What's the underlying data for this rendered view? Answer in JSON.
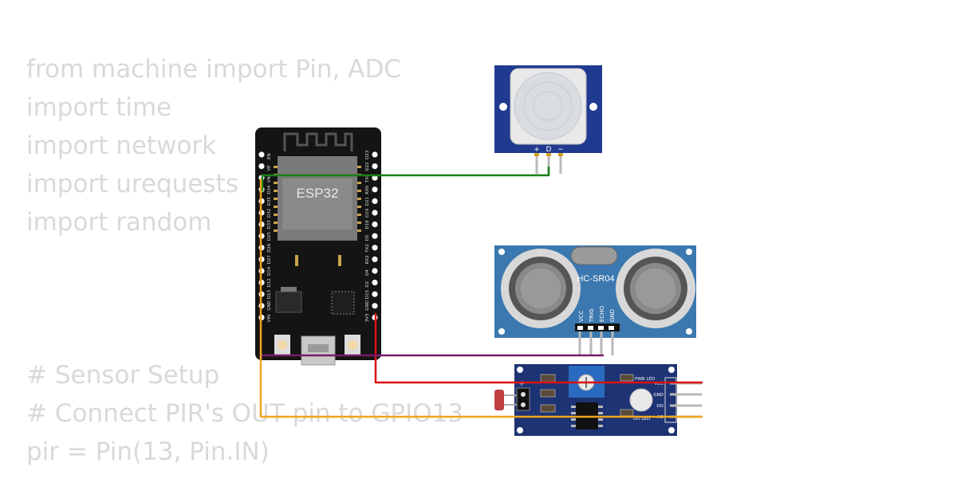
{
  "code": {
    "imports": [
      "from machine import Pin, ADC",
      "import time",
      "import network",
      "import urequests",
      "import random"
    ],
    "setup": [
      "# Sensor Setup",
      "# Connect PIR's OUT pin to GPIO13",
      "pir = Pin(13, Pin.IN)"
    ]
  },
  "esp32": {
    "chip_label": "ESP32",
    "left_pins": [
      "EN",
      "VP",
      "VN",
      "D34",
      "D35",
      "D32",
      "D33",
      "D25",
      "D26",
      "D27",
      "D14",
      "D12",
      "D13",
      "GND",
      "VIN"
    ],
    "right_pins": [
      "D23",
      "D22",
      "TX0",
      "RX0",
      "D21",
      "D19",
      "D18",
      "D5",
      "TX2",
      "RX2",
      "D4",
      "D2",
      "D15",
      "GND",
      "3V3"
    ]
  },
  "pir": {
    "pin_labels": [
      "+",
      "D",
      "−"
    ]
  },
  "ultrasonic": {
    "name": "HC-SR04",
    "pin_labels": [
      "VCC",
      "TRIG",
      "ECHO",
      "GND"
    ]
  },
  "ldr": {
    "labels": [
      "PWR LED",
      "VCC",
      "GND",
      "DO",
      "AO",
      "DO LED"
    ],
    "side_marks": [
      "+",
      "−"
    ]
  },
  "colors": {
    "wire_green": "#1a7f1a",
    "wire_red": "#dd1111",
    "wire_purple": "#7a1a6a",
    "wire_orange": "#f0a51d",
    "board_blue": "#1e3a8f",
    "sr04_blue": "#3a78b0"
  }
}
